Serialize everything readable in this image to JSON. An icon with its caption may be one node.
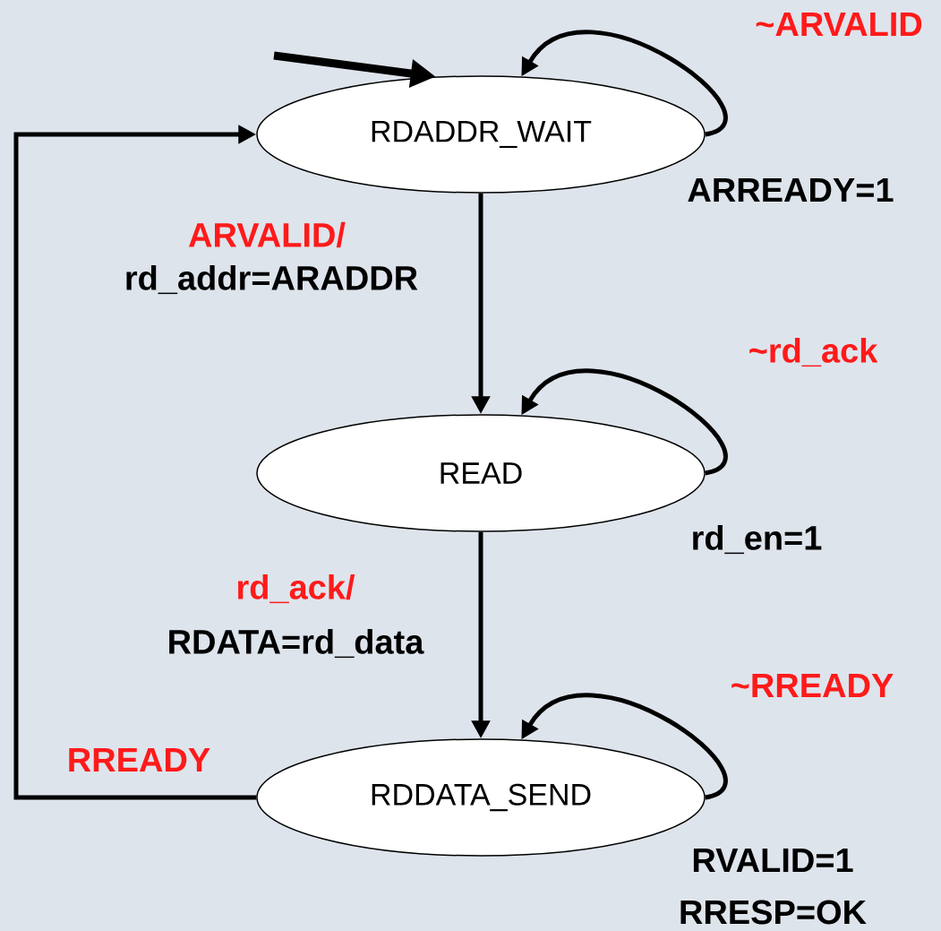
{
  "diagram": {
    "nodes": [
      {
        "text": [
          "RDADDR_WAIT"
        ],
        "beside": [
          "ARREADY=1"
        ]
      },
      {
        "text": [
          "READ"
        ],
        "beside": [
          "rd_en=1"
        ]
      },
      {
        "text": [
          "RDDATA_SEND"
        ],
        "beside": [
          "RVALID=1",
          "RRESP=OK"
        ]
      }
    ],
    "edges": [
      {
        "from": null,
        "to": 0,
        "arrow": "to",
        "style": "thick"
      },
      {
        "from": 0,
        "to": 0,
        "arrow": "to",
        "label": "~ARVALID"
      },
      {
        "from": 0,
        "to": 1,
        "arrow": "to",
        "label": "ARVALID/"
      },
      {
        "from": 1,
        "to": 1,
        "arrow": "to",
        "label": "~rd_ack"
      },
      {
        "from": 1,
        "to": 2,
        "arrow": "to",
        "label": "rd_ack/"
      },
      {
        "from": 2,
        "to": 2,
        "arrow": "to",
        "label": "~RREADY"
      },
      {
        "from": 2,
        "to": 0,
        "arrow": "to",
        "label": "RREADY"
      }
    ],
    "labels": [
      "rd_addr=ARADDR",
      "RDATA=rd_data"
    ]
  }
}
